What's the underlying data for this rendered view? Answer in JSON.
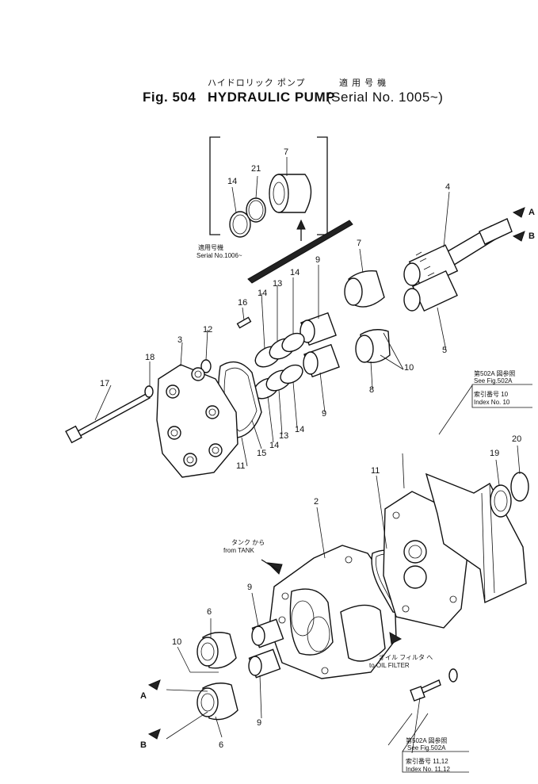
{
  "title": {
    "jp_name": "ハイドロリック ポンプ",
    "jp_applicable": "適 用 号 機",
    "fig": "Fig. 504",
    "name": "HYDRAULIC PUMP",
    "serial": "(Serial No. 1005~)"
  },
  "inset": {
    "jp_label": "適用号機",
    "serial_label": "Serial No.1006~"
  },
  "callouts": {
    "n2": "2",
    "n3": "3",
    "n4": "4",
    "n5": "5",
    "n6a": "6",
    "n6b": "6",
    "n7a": "7",
    "n7b": "7",
    "n8": "8",
    "n9a": "9",
    "n9b": "9",
    "n9c": "9",
    "n9d": "9",
    "n10a": "10",
    "n10b": "10",
    "n11a": "11",
    "n11b": "11",
    "n12": "12",
    "n13a": "13",
    "n13b": "13",
    "n14a": "14",
    "n14b": "14",
    "n14c": "14",
    "n14d": "14",
    "n15": "15",
    "n16": "16",
    "n17": "17",
    "n18": "18",
    "n19": "19",
    "n20": "20",
    "n21": "21"
  },
  "ports": {
    "a1": "A",
    "b1": "B",
    "a2": "A",
    "b2": "B"
  },
  "flow": {
    "from_tank_jp": "タンク から",
    "from_tank": "from TANK",
    "to_filter_jp": "オイル フィルタ へ",
    "to_filter": "to OIL FILTER"
  },
  "refs": {
    "ref1_jp": "第502A 図参照",
    "ref1_see": "See Fig.502A",
    "ref1_idx_jp": "索引番号  10",
    "ref1_idx": "Index No. 10",
    "ref2_jp": "第502A 図参照",
    "ref2_see": "See Fig.502A",
    "ref2_idx_jp": "索引番号  11,12",
    "ref2_idx": "Index No. 11,12"
  }
}
